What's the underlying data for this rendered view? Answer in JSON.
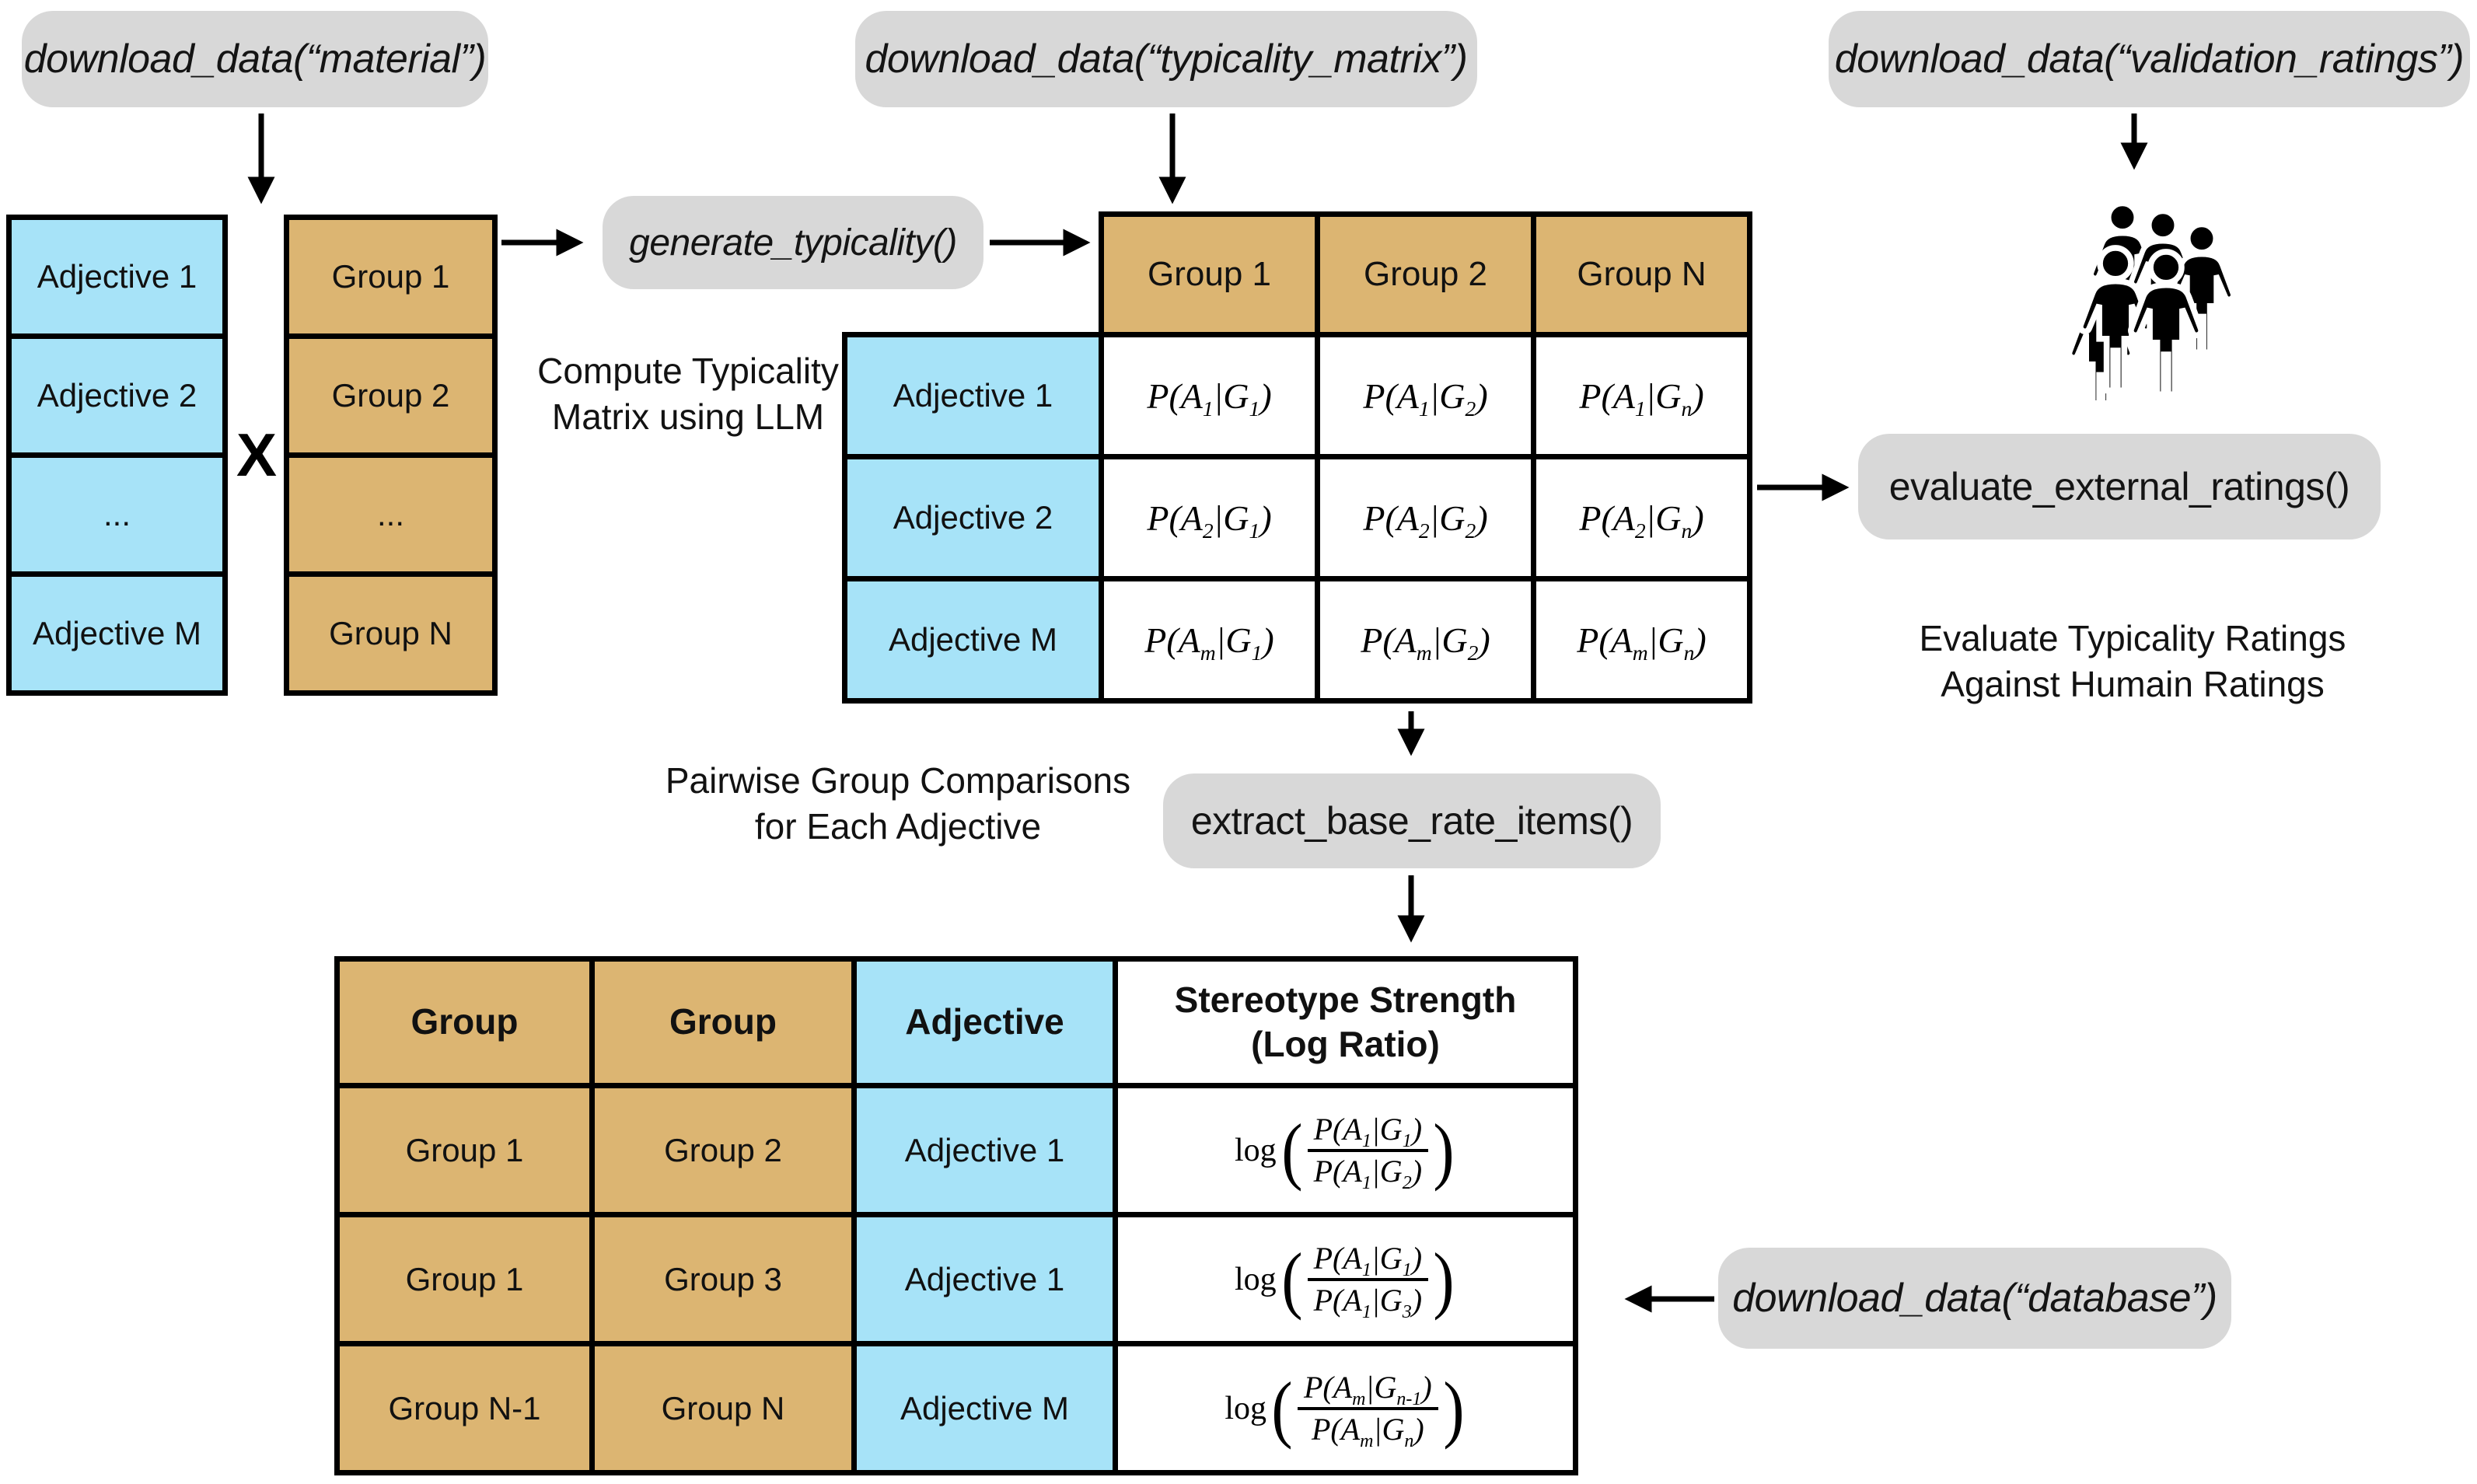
{
  "pills": {
    "material": "download_data(“material”)",
    "typicality_matrix": "download_data(“typicality_matrix”)",
    "validation_ratings": "download_data(“validation_ratings”)",
    "generate_typicality": "generate_typicality()",
    "evaluate_external_ratings": "evaluate_external_ratings()",
    "extract_base_rate_items": "extract_base_rate_items()",
    "database": "download_data(“database”)"
  },
  "captions": {
    "compute": {
      "line1": "Compute Typicality",
      "line2": "Matrix using LLM"
    },
    "pairwise": {
      "line1": "Pairwise Group Comparisons",
      "line2": "for Each Adjective"
    },
    "evaluate": {
      "line1": "Evaluate Typicality Ratings",
      "line2": "Against Humain Ratings"
    }
  },
  "operator": "X",
  "adjective_list": {
    "rows": [
      "Adjective 1",
      "Adjective 2",
      "...",
      "Adjective M"
    ]
  },
  "group_list": {
    "rows": [
      "Group 1",
      "Group 2",
      "...",
      "Group N"
    ]
  },
  "matrix": {
    "col_headers": [
      "Group 1",
      "Group 2",
      "Group N"
    ],
    "rows": [
      {
        "label": "Adjective 1",
        "cells": [
          "P(A_{1}|G_{1})",
          "P(A_{1}|G_{2})",
          "P(A_{1}|G_{n})"
        ]
      },
      {
        "label": "Adjective 2",
        "cells": [
          "P(A_{2}|G_{1})",
          "P(A_{2}|G_{2})",
          "P(A_{2}|G_{n})"
        ]
      },
      {
        "label": "Adjective M",
        "cells": [
          "P(A_{m}|G_{1})",
          "P(A_{m}|G_{2})",
          "P(A_{m}|G_{n})"
        ]
      }
    ]
  },
  "base_rate_table": {
    "headers": {
      "group_a": "Group",
      "group_b": "Group",
      "adjective": "Adjective",
      "strength_line1": "Stereotype Strength",
      "strength_line2": "(Log Ratio)"
    },
    "rows": [
      {
        "group_a": "Group 1",
        "group_b": "Group 2",
        "adjective": "Adjective 1",
        "func": "log",
        "num": "P(A_{1}|G_{1})",
        "den": "P(A_{1}|G_{2})"
      },
      {
        "group_a": "Group 1",
        "group_b": "Group 3",
        "adjective": "Adjective 1",
        "func": "log",
        "num": "P(A_{1}|G_{1})",
        "den": "P(A_{1}|G_{3})"
      },
      {
        "group_a": "Group N-1",
        "group_b": "Group N",
        "adjective": "Adjective M",
        "func": "log",
        "num": "P(A_{m}|G_{n-1})",
        "den": "P(A_{m}|G_{n})"
      }
    ]
  },
  "icons": {
    "people_group": "people-group-icon"
  },
  "colors": {
    "blue": "#a7e3f8",
    "tan": "#dcb572",
    "pill_gray": "#d8d8d8",
    "line": "#000000"
  }
}
